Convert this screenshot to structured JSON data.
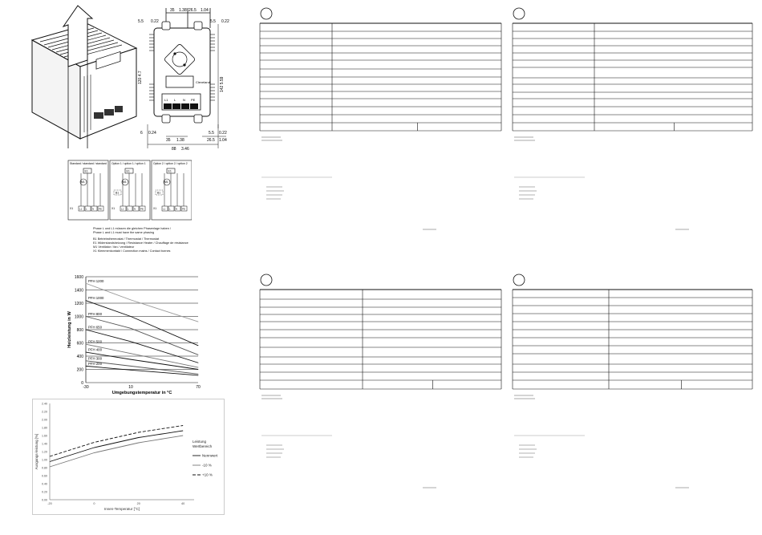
{
  "dimensions": {
    "top": [
      "35",
      "1.38",
      "26.5",
      "1.04"
    ],
    "top_left": [
      "5.5",
      "0.22"
    ],
    "top_right": [
      "5.5",
      "0.22"
    ],
    "left_height": "120 4.7",
    "right_height": "142 5.59",
    "bottom_left": [
      "6",
      "0.24"
    ],
    "bottom_mid": [
      "35",
      "1.38"
    ],
    "bottom_right_small": [
      "5.5",
      "0.22"
    ],
    "bottom_right": [
      "26.5",
      "1.04"
    ],
    "bottom_total": [
      "88",
      "3.46"
    ]
  },
  "device_label": "Cleveland",
  "terminals": [
    "L1",
    "L",
    "N",
    "PE"
  ],
  "wiring": {
    "panels": [
      {
        "title": "Standard / standard / standard",
        "e": "E1",
        "m": "M1",
        "b": "",
        "x": "X1",
        "terms": [
          "L1",
          "L",
          "N",
          "PE"
        ]
      },
      {
        "title": "Option 1 / option 1 / option 1",
        "e": "E1",
        "m": "M1",
        "b": "B1",
        "x": "X1",
        "terms": [
          "L1",
          "L",
          "N",
          "PE"
        ]
      },
      {
        "title": "Option 2 / option 2 / option 2",
        "e": "E1",
        "m": "M1",
        "b": "B1",
        "x": "X1",
        "terms": [
          "L1",
          "L",
          "N",
          "PE"
        ]
      }
    ],
    "notes": [
      "Phase L und L1 müssen die gleichen Phasenlage haben /",
      "Phase L and L1 must have the same phasing"
    ],
    "legend": [
      "B1  Betriebsthermostat / Thermostat / Thermostat",
      "E1  Widerstandsheizung / Resistance Heater / Chauffage de résistance",
      "M1  Ventilator / fan / ventilateur",
      "X1  Klemmenkontakt / Connection mains / Contact bornes"
    ]
  },
  "chart_data": [
    {
      "type": "line",
      "title": "",
      "xlabel": "Umgebungstemperatur in °C",
      "ylabel": "Heizleistung in W",
      "x": [
        -30,
        10,
        70
      ],
      "xticks": [
        "-30",
        "10",
        "70"
      ],
      "yticks": [
        "0",
        "200",
        "400",
        "600",
        "800",
        "1000",
        "1200",
        "1400",
        "1600"
      ],
      "ylim": [
        0,
        1600
      ],
      "xlim": [
        -30,
        70
      ],
      "grid": true,
      "series": [
        {
          "name": "PFH 1200",
          "values": [
            1500,
            1250,
            920
          ],
          "color": "#999999"
        },
        {
          "name": "PFH 1000",
          "values": [
            1240,
            1000,
            560
          ],
          "color": "#111111"
        },
        {
          "name": "PFH 800",
          "values": [
            1000,
            820,
            420
          ],
          "color": "#555555"
        },
        {
          "name": "PFH 650",
          "values": [
            800,
            620,
            300
          ],
          "color": "#111111"
        },
        {
          "name": "PFH 500",
          "values": [
            580,
            440,
            230
          ],
          "color": "#777777"
        },
        {
          "name": "PFH 400",
          "values": [
            460,
            350,
            200
          ],
          "color": "#111111"
        },
        {
          "name": "PFH 300",
          "values": [
            330,
            250,
            130
          ],
          "color": "#555555"
        },
        {
          "name": "PFH 200",
          "values": [
            250,
            190,
            110
          ],
          "color": "#111111"
        }
      ]
    },
    {
      "type": "line",
      "title": "",
      "xlabel": "Innen-Temperatur [°C]",
      "ylabel": "Ausgangs-leistung [%]",
      "x": [
        -20,
        0,
        20,
        40
      ],
      "xticks": [
        "-20",
        "0",
        "20",
        "40"
      ],
      "yticks": [
        "0.00",
        "0.20",
        "0.40",
        "0.60",
        "0.80",
        "1.00",
        "1.20",
        "1.40",
        "1.60",
        "1.80",
        "2.00",
        "2.20",
        "2.40"
      ],
      "ylim": [
        0,
        2.4
      ],
      "xlim": [
        -20,
        45
      ],
      "grid": false,
      "legend_placement": "right",
      "legend_title": [
        "Leistung",
        "Wertbereich"
      ],
      "series": [
        {
          "name": "Nennwert",
          "values": [
            0.95,
            1.3,
            1.55,
            1.72
          ],
          "color": "#111111",
          "dash": ""
        },
        {
          "name": "-10 %",
          "values": [
            0.82,
            1.17,
            1.42,
            1.6
          ],
          "color": "#777777",
          "dash": ""
        },
        {
          "name": "+10 %",
          "values": [
            1.08,
            1.43,
            1.68,
            1.85
          ],
          "color": "#111111",
          "dash": "4,2"
        }
      ]
    }
  ],
  "colors": {
    "ink": "#111111",
    "grey": "#777777",
    "link": "#1a4b9e"
  }
}
